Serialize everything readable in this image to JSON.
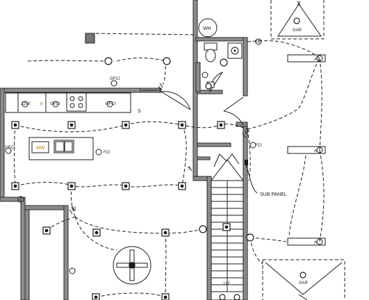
{
  "labels": {
    "water_heater": "WH",
    "garage_top": "GAR",
    "garage_bottom": "GAR",
    "sub_panel": "SUB PANEL",
    "volt_220": "220V",
    "gfci": "GFCI",
    "fci": "FCI",
    "mw": "MW",
    "stair_up": "UP",
    "switch_s": "S",
    "switch_s3": "S3",
    "switch_code": "S",
    "opener_a": "A",
    "range_f": "F"
  },
  "colors": {
    "wall_fill": "#8c8c8c",
    "line": "#1a1a1a",
    "accent_text": "#b8860b"
  }
}
